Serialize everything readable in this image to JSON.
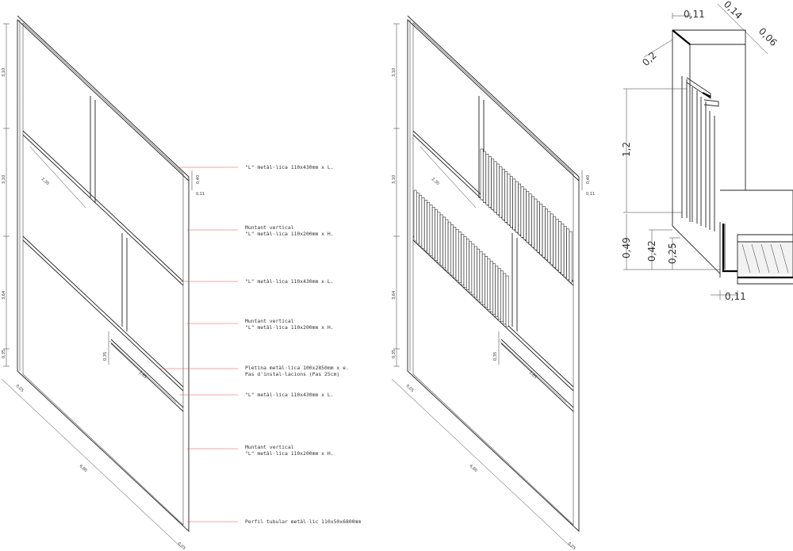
{
  "left_view": {
    "dims_vertical": [
      "3,10",
      "3,10",
      "3,64",
      "0,35"
    ],
    "dims_inner": [
      "2,30",
      "2,85",
      "0,35",
      "0,40",
      "0,11"
    ],
    "dims_bottom": [
      "0,05",
      "6,80",
      "0,05"
    ]
  },
  "notes": [
    {
      "lines": [
        "\"L\" metàl·lica 110x430mm x L."
      ]
    },
    {
      "lines": [
        "Muntant vertical",
        "\"L\" metàl·lica 110x200mm x H."
      ]
    },
    {
      "lines": [
        "\"L\" metàl·lica 110x430mm x L."
      ]
    },
    {
      "lines": [
        "Muntant vertical",
        "\"L\" metàl·lica 110x200mm x H."
      ]
    },
    {
      "lines": [
        "Pletina metàl·lica 100x2850mm x e.",
        "Pas d'instal·lacions (Pas 25cm)"
      ]
    },
    {
      "lines": [
        "\"L\" metàl·lica 110x430mm x L."
      ]
    },
    {
      "lines": [
        "Muntant vertical",
        "\"L\" metàl·lica 110x200mm x H."
      ]
    },
    {
      "lines": [
        "Perfil tubular metàl·lic 110x50x6800mm"
      ]
    }
  ],
  "middle_view": {
    "dims_vertical": [
      "3,10",
      "3,10",
      "3,64",
      "0,35"
    ],
    "dims_inner": [
      "2,30",
      "2,85",
      "0,35",
      "0,40",
      "0,11"
    ],
    "dims_bottom": [
      "0,05",
      "6,80",
      "0,05"
    ]
  },
  "detail": {
    "top_width": "0,11",
    "top_depth": "0,14",
    "top_offset": "0,06",
    "slope": "0,2",
    "height": "1,2",
    "low_1": "0,49",
    "low_2": "0,42",
    "low_3": "0,25",
    "bottom_width": "0,11"
  }
}
